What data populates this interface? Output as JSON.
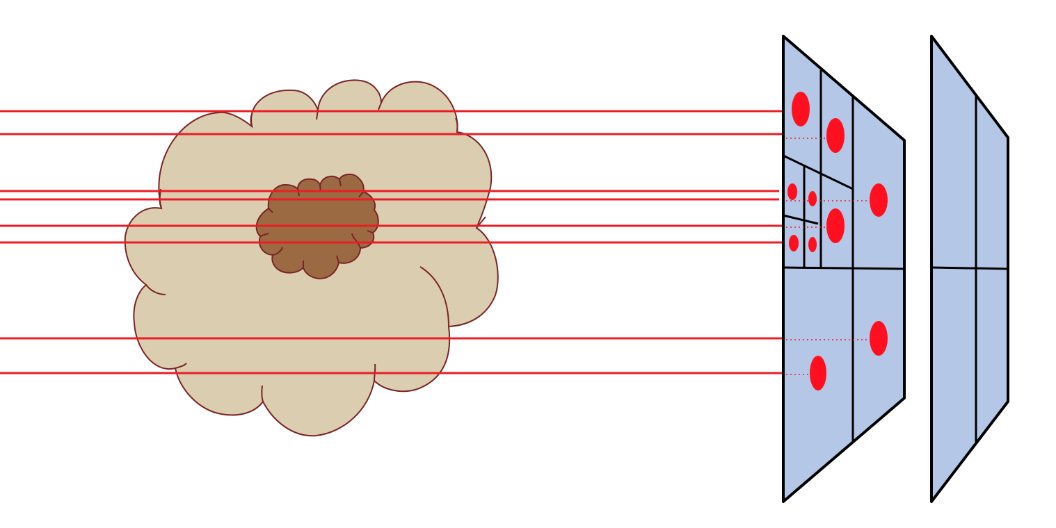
{
  "diagram": {
    "colors": {
      "background": "#ffffff",
      "ray": "#ed1c24",
      "sample_dot": "#ff0f1f",
      "cloud_outer_fill": "#dacdb0",
      "cloud_inner_fill": "#9b6a42",
      "cloud_outline": "#7b2326",
      "plane_fill": "#b4c7e7",
      "plane_edge": "#000000"
    },
    "elements": {
      "outer_cloud": "light-density-cloud",
      "inner_cloud": "dense-core-cloud",
      "rays": 8,
      "subdivided_plane": "adaptive-quadtree-plane",
      "coarse_plane": "uniform-grid-plane"
    }
  }
}
